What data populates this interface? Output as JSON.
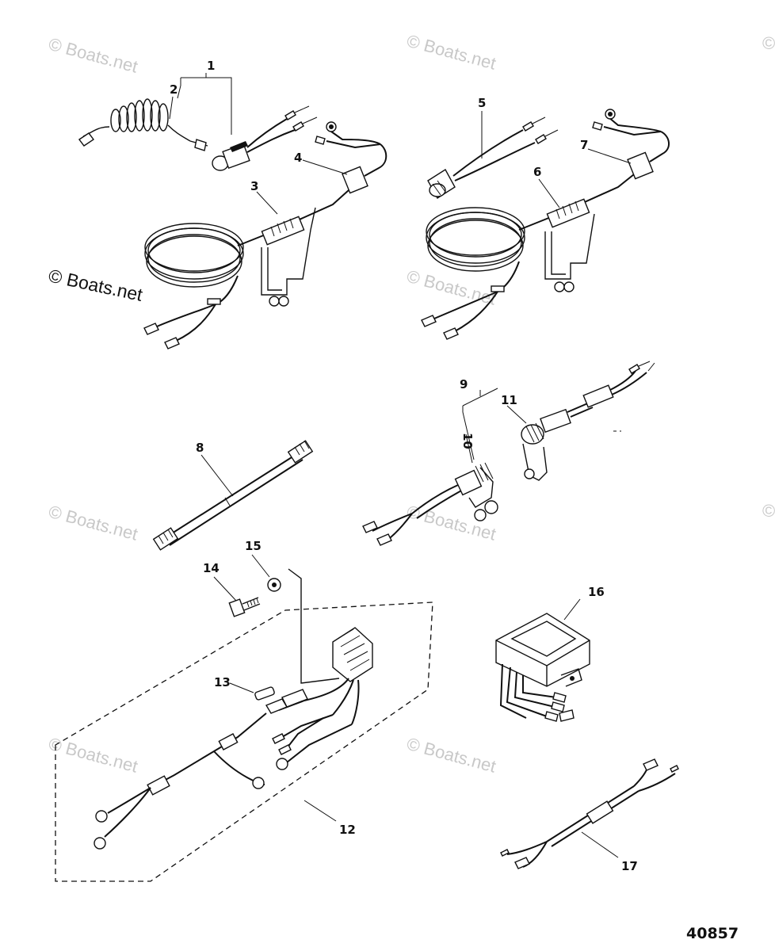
{
  "watermarks": [
    "© Boats.net",
    "© Boats.net",
    "© Boats.net",
    "© Boats.net",
    "© Boats.net",
    "© Boats.net",
    "© Boats.net",
    "© Boats.net",
    "© Boats.net"
  ],
  "watermark_main": "© Boats.net",
  "callouts": {
    "c1": "1",
    "c2": "2",
    "c3": "3",
    "c4": "4",
    "c5": "5",
    "c6": "6",
    "c7": "7",
    "c8": "8",
    "c9": "9",
    "c10": "10",
    "c11": "11",
    "c12": "12",
    "c13": "13",
    "c14": "14",
    "c15": "15",
    "c16": "16",
    "c17": "17"
  },
  "diagram_number": "40857"
}
